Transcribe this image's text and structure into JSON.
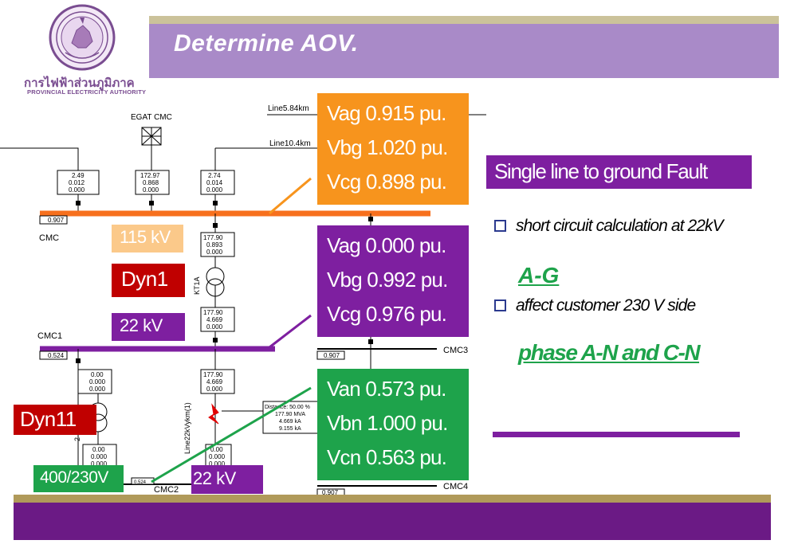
{
  "header": {
    "title": "Determine  AOV.",
    "logo_thai": "การไฟฟ้าส่วนภูมิภาค",
    "logo_english": "PROVINCIAL ELECTRICITY AUTHORITY"
  },
  "diagram": {
    "source_label": "EGAT  CMC",
    "line_labels": [
      "Line5.84km",
      "Line10.4km",
      "Line22kVykm(1)"
    ],
    "transformer_labels": [
      "KT1A",
      "2"
    ],
    "bus_labels": [
      "CMC",
      "CMC1",
      "CMC2",
      "CMC3",
      "CMC4"
    ],
    "bus_voltages": [
      "0.907",
      "0.524",
      "0.907",
      "0.524",
      "0.907"
    ],
    "meter_boxes": [
      [
        "2.49",
        "0.012",
        "0.000"
      ],
      [
        "172.97",
        "0.868",
        "0.000"
      ],
      [
        "2.74",
        "0.014",
        "0.000"
      ],
      [
        "177.90",
        "0.893",
        "0.000"
      ],
      [
        "177.90",
        "4.669",
        "0.000"
      ],
      [
        "177.90",
        "4.669",
        "0.000"
      ],
      [
        "0.00",
        "0.000",
        "0.000"
      ],
      [
        "0.00",
        "0.000",
        "0.000"
      ],
      [
        "0.00",
        "0.000",
        "0.000"
      ]
    ],
    "fault_box": [
      "Distance: 50.00 %",
      "177.90 MVA",
      "4.669 kA",
      "9.155 kA"
    ]
  },
  "callouts": {
    "bus_115kv": [
      "Vag 0.915 pu.",
      "Vbg 1.020 pu.",
      "Vcg 0.898 pu."
    ],
    "bus_22kv": [
      "Vag 0.000 pu.",
      "Vbg 0.992 pu.",
      "Vcg 0.976 pu."
    ],
    "low_voltage": [
      "Van 0.573 pu.",
      "Vbn 1.000 pu.",
      "Vcn 0.563 pu."
    ]
  },
  "tags": {
    "kv115": "115 kV",
    "dyn1": "Dyn1",
    "kv22_upper": "22 kV",
    "dyn11": "Dyn11",
    "v400_230": "400/230V",
    "kv22_lower": "22 kV"
  },
  "right_panel": {
    "fault_title": "Single line to ground Fault",
    "bullet1": "short circuit calculation at 22kV",
    "phase_ag": "A-G",
    "bullet2": "affect customer 230 V side",
    "phases_affected": "phase A-N and C-N"
  },
  "colors": {
    "header_purple": "#a98ac8",
    "orange": "#f7941d",
    "purple": "#7e1fa0",
    "green": "#1ea34b",
    "red": "#c00000",
    "footer_purple": "#6b1a85",
    "gold": "#b09a5a"
  }
}
